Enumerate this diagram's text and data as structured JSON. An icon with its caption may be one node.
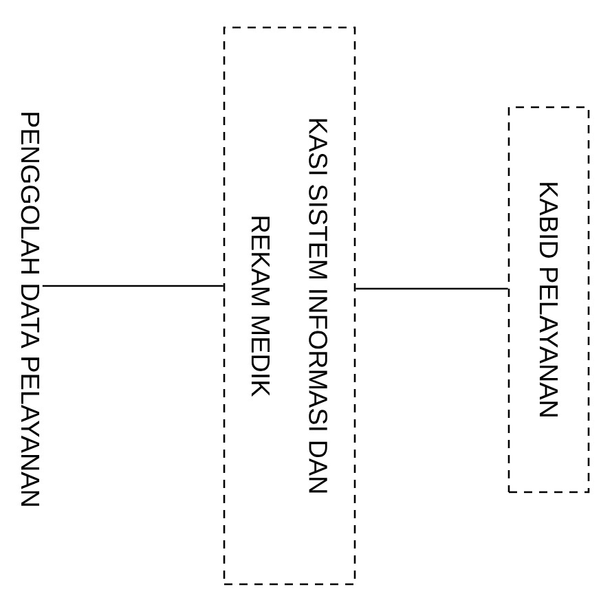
{
  "diagram": {
    "nodes": [
      {
        "text": [
          "PENGGOLAH DATA PELAYANAN"
        ]
      },
      {
        "text": [
          "KASI SISTEM INFORMASI DAN REKAM MEDIK"
        ]
      },
      {
        "text": [
          "KABID PELAYANAN"
        ]
      }
    ],
    "edges": [
      {
        "from": 0,
        "to": 1,
        "arrow": "none"
      },
      {
        "from": 1,
        "to": 2,
        "arrow": "none"
      }
    ]
  }
}
